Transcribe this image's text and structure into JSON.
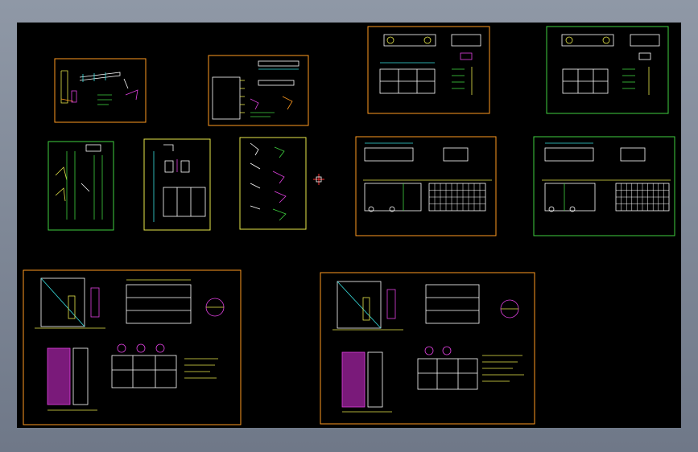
{
  "viewer": {
    "background_color": "#000000",
    "frame_color_yellow": "#e8e84a",
    "frame_color_green": "#3fd13f",
    "frame_color_orange": "#ff9a1f",
    "line_color_white": "#ffffff",
    "line_color_cyan": "#39e0e0",
    "line_color_magenta": "#e040e0",
    "line_color_red": "#ff3030"
  },
  "drawing": {
    "sheets": [
      {
        "id": "detail-sheet-1",
        "frame": "orange"
      },
      {
        "id": "detail-sheet-2",
        "frame": "orange"
      },
      {
        "id": "elevation-sheet-a",
        "frame": "orange"
      },
      {
        "id": "elevation-sheet-b",
        "frame": "green"
      },
      {
        "id": "section-sheet-1",
        "frame": "green"
      },
      {
        "id": "section-sheet-2",
        "frame": "yellow"
      },
      {
        "id": "section-sheet-3",
        "frame": "yellow"
      },
      {
        "id": "plan-sheet-a",
        "frame": "orange"
      },
      {
        "id": "plan-sheet-b",
        "frame": "green"
      },
      {
        "id": "layout-sheet-a",
        "frame": "orange"
      },
      {
        "id": "layout-sheet-b",
        "frame": "orange"
      }
    ],
    "crosshair": {
      "id": "cursor-crosshair"
    }
  }
}
